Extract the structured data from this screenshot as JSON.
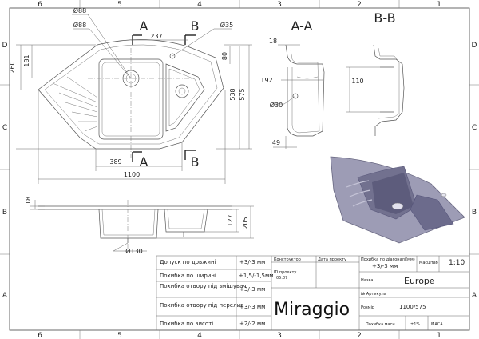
{
  "grid": {
    "columns": [
      "6",
      "5",
      "4",
      "3",
      "2",
      "1"
    ],
    "rows": [
      "D",
      "C",
      "B",
      "A"
    ]
  },
  "section_labels": {
    "a": "A",
    "b": "B",
    "aa": "A-A",
    "bb": "B-B"
  },
  "dimensions": {
    "d88_top": "Ø88",
    "d88_bottom": "Ø88",
    "v237": "237",
    "d35": "Ø35",
    "v260": "260",
    "v181": "181",
    "v80": "80",
    "v538": "538",
    "v575": "575",
    "v389": "389",
    "v1100": "1100",
    "aa_18": "18",
    "aa_192": "192",
    "aa_d30": "Ø30",
    "aa_49": "49",
    "bb_110": "110",
    "front_18": "18",
    "front_127": "127",
    "front_205": "205",
    "front_d130": "Ø130"
  },
  "title_block": {
    "rows": [
      {
        "label": "Допуск по довжині",
        "value": "+3/-3 мм"
      },
      {
        "label": "Похибка по ширині",
        "value": "+1,5/-1,5мм"
      },
      {
        "label": "Похибка отвору під змішувач",
        "value": "+3/-3 мм"
      },
      {
        "label": "Похибка отвору під перелив",
        "value": "+3/-3 мм"
      },
      {
        "label": "Похибка по висоті",
        "value": "+2/-2 мм"
      }
    ],
    "constructor_label": "Конструктор",
    "design_date_label": "Дата проекту",
    "project_id_label": "ID проекту",
    "project_id_value": "05.07",
    "brand": "Miraggio",
    "diag_tol_label": "Похибка по діагоналі(мм)",
    "diag_tol_value": "+3/-3 мм",
    "scale_label": "Масштаб",
    "scale_value": "1:10",
    "name_label": "Назва",
    "name_value": "Europe",
    "article_label": "№ Артикула",
    "size_label": "Розмір",
    "size_value": "1100/575",
    "mass_tol_label": "Похибка маси",
    "mass_tol_value": "±1%",
    "mass_label": "МАСА"
  }
}
